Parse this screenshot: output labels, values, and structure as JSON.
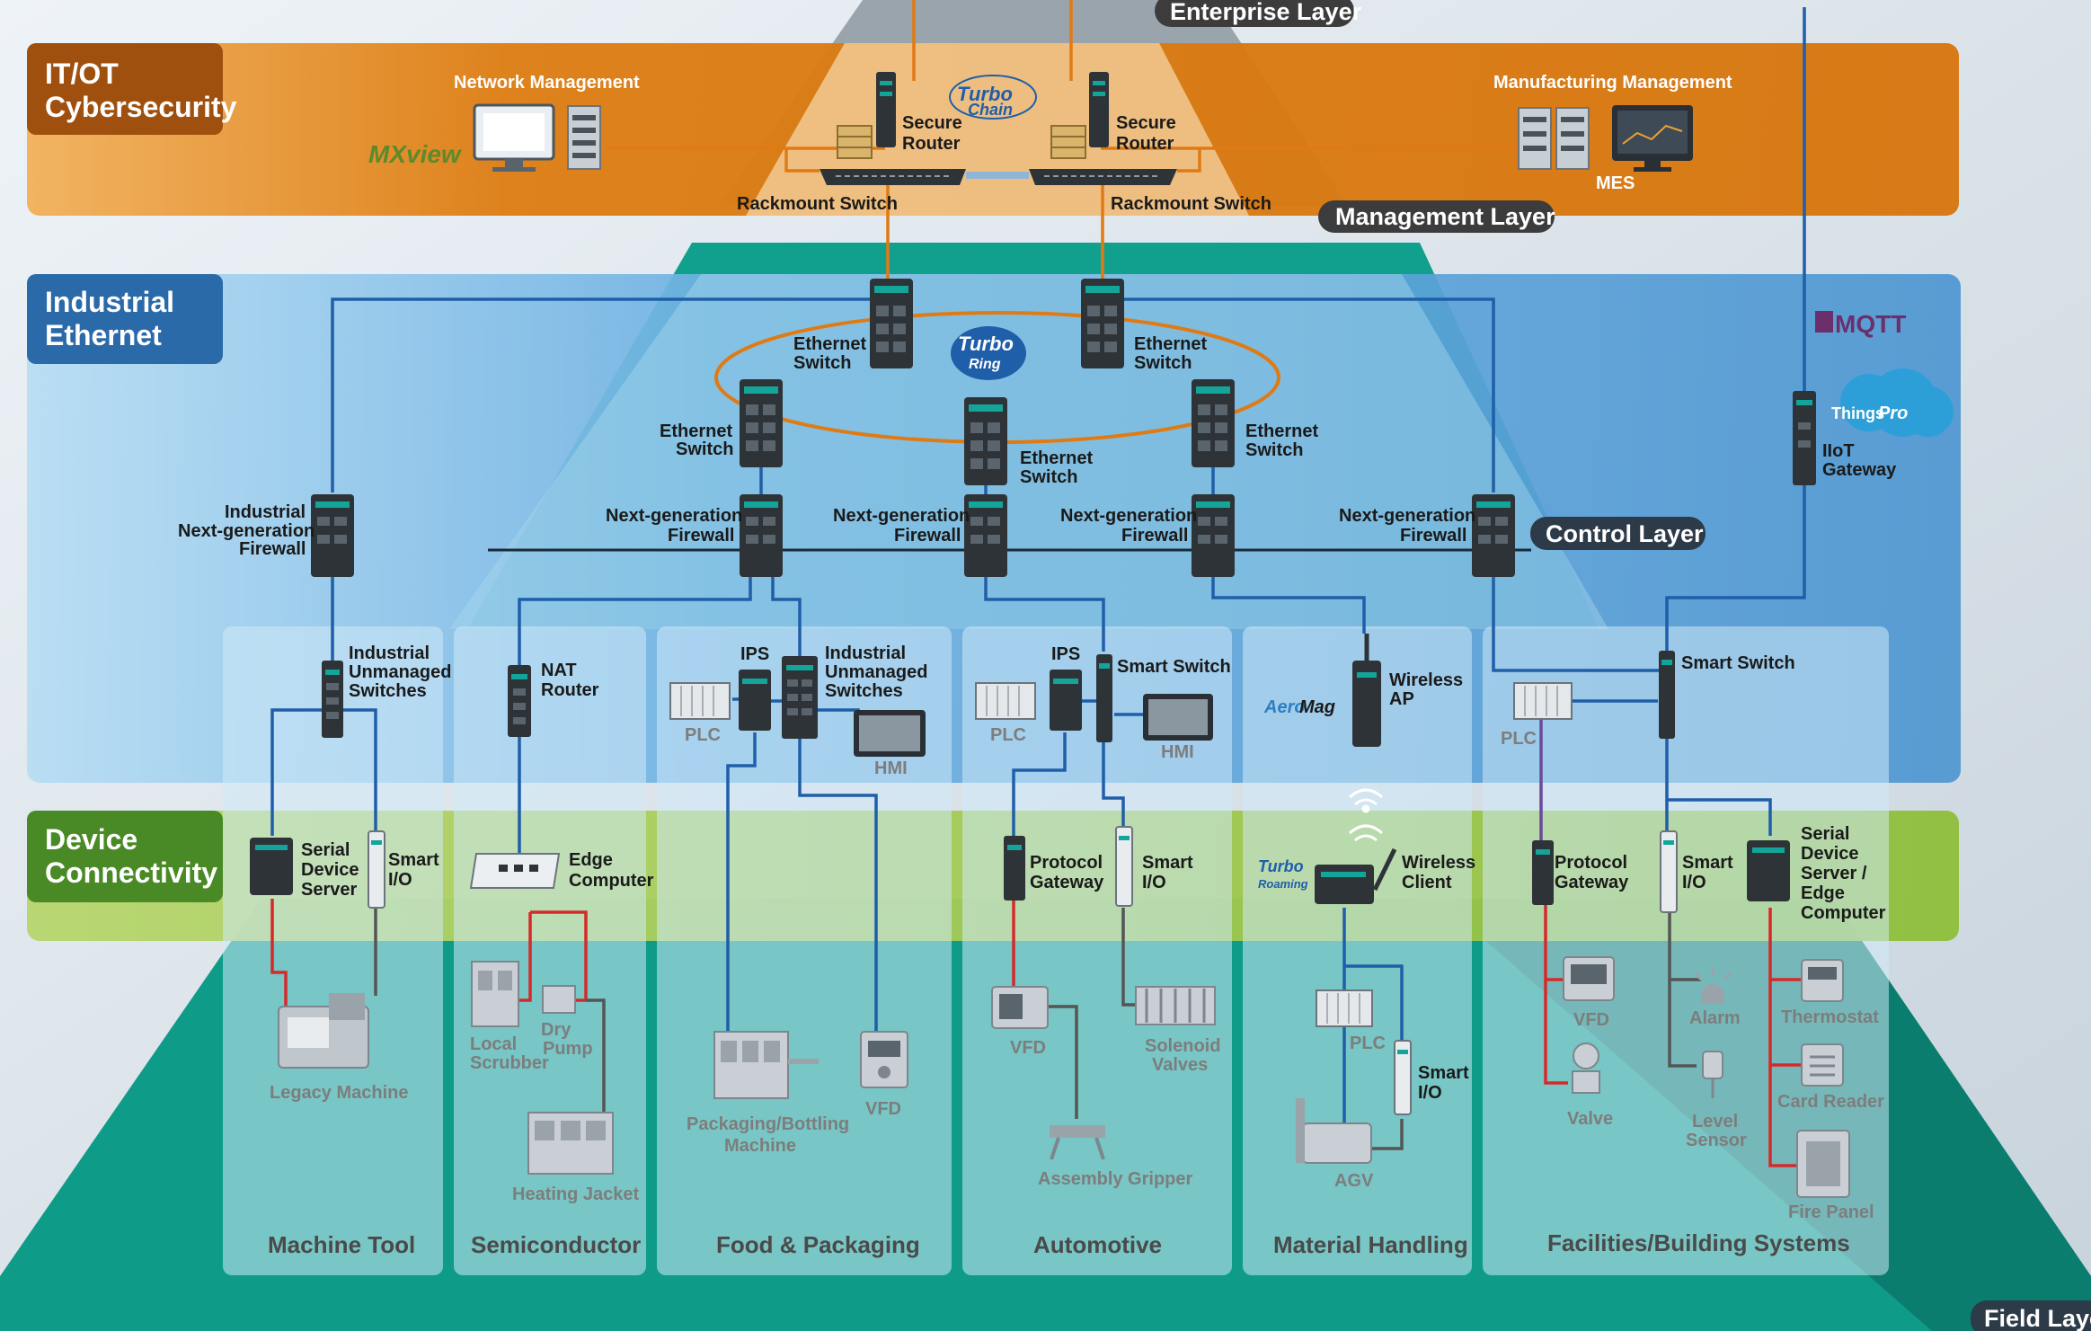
{
  "zones": {
    "it_ot": [
      "IT/OT",
      "Cybersecurity"
    ],
    "industrial_ethernet": [
      "Industrial",
      "Ethernet"
    ],
    "device_connectivity": [
      "Device",
      "Connectivity"
    ]
  },
  "layers": {
    "enterprise": "Enterprise Layer",
    "management": "Management Layer",
    "control": "Control Layer",
    "field": "Field Layer"
  },
  "management": {
    "network_management": "Network Management",
    "manufacturing_management": "Manufacturing Management",
    "mxview_logo": "MXview",
    "mes": "MES",
    "secure_router": [
      "Secure",
      "Router"
    ],
    "rackmount_switch": "Rackmount Switch",
    "turbo_chain_logo": [
      "Turbo",
      "Chain"
    ]
  },
  "control": {
    "ethernet_switch": [
      "Ethernet",
      "Switch"
    ],
    "ngfw": [
      "Next-generation",
      "Firewall"
    ],
    "industrial_ngfw": [
      "Industrial",
      "Next-generation",
      "Firewall"
    ],
    "iiot_gateway": [
      "IIoT",
      "Gateway"
    ],
    "turbo_ring_logo": [
      "Turbo",
      "Ring"
    ],
    "mqtt_logo": "MQTT",
    "thingspro_logo": [
      "Things",
      "Pro"
    ]
  },
  "edge": {
    "industrial_unmanaged_switches": [
      "Industrial",
      "Unmanaged",
      "Switches"
    ],
    "nat_router": [
      "NAT",
      "Router"
    ],
    "ips": "IPS",
    "plc": "PLC",
    "hmi": "HMI",
    "smart_switch": "Smart Switch",
    "wireless_ap": [
      "Wireless",
      "AP"
    ],
    "aeromag_logo": [
      "Aero",
      "Mag"
    ]
  },
  "devices": {
    "serial_device_server": [
      "Serial",
      "Device",
      "Server"
    ],
    "smart_io": [
      "Smart",
      "I/O"
    ],
    "edge_computer": [
      "Edge",
      "Computer"
    ],
    "protocol_gateway": [
      "Protocol",
      "Gateway"
    ],
    "wireless_client": [
      "Wireless",
      "Client"
    ],
    "serial_device_server_edge": [
      "Serial",
      "Device",
      "Server /",
      "Edge",
      "Computer"
    ],
    "turbo_roaming_logo": [
      "Turbo",
      "Roaming"
    ]
  },
  "field": {
    "legacy_machine": "Legacy Machine",
    "local_scrubber": [
      "Local",
      "Scrubber"
    ],
    "dry_pump": [
      "Dry",
      "Pump"
    ],
    "heating_jacket": "Heating Jacket",
    "packaging_machine": [
      "Packaging/Bottling",
      "Machine"
    ],
    "vfd": "VFD",
    "solenoid_valves": [
      "Solenoid",
      "Valves"
    ],
    "assembly_gripper": "Assembly Gripper",
    "plc": "PLC",
    "smart_io": [
      "Smart",
      "I/O"
    ],
    "agv": "AGV",
    "valve": "Valve",
    "alarm": "Alarm",
    "level_sensor": [
      "Level",
      "Sensor"
    ],
    "thermostat": "Thermostat",
    "card_reader": "Card Reader",
    "fire_panel": "Fire Panel"
  },
  "sectors": [
    "Machine Tool",
    "Semiconductor",
    "Food & Packaging",
    "Automotive",
    "Material Handling",
    "Facilities/Building Systems"
  ],
  "colors": {
    "it_ot": "#d9780f",
    "ethernet": "#3e8fca",
    "device": "#8cbf3e",
    "teal": "#0e9b88",
    "link_blue": "#1f5ea8",
    "link_orange": "#e07a12",
    "link_red": "#d42a2a",
    "link_grey": "#555555",
    "link_purple": "#6b4a9a",
    "moxa_green": "#13a59a"
  }
}
